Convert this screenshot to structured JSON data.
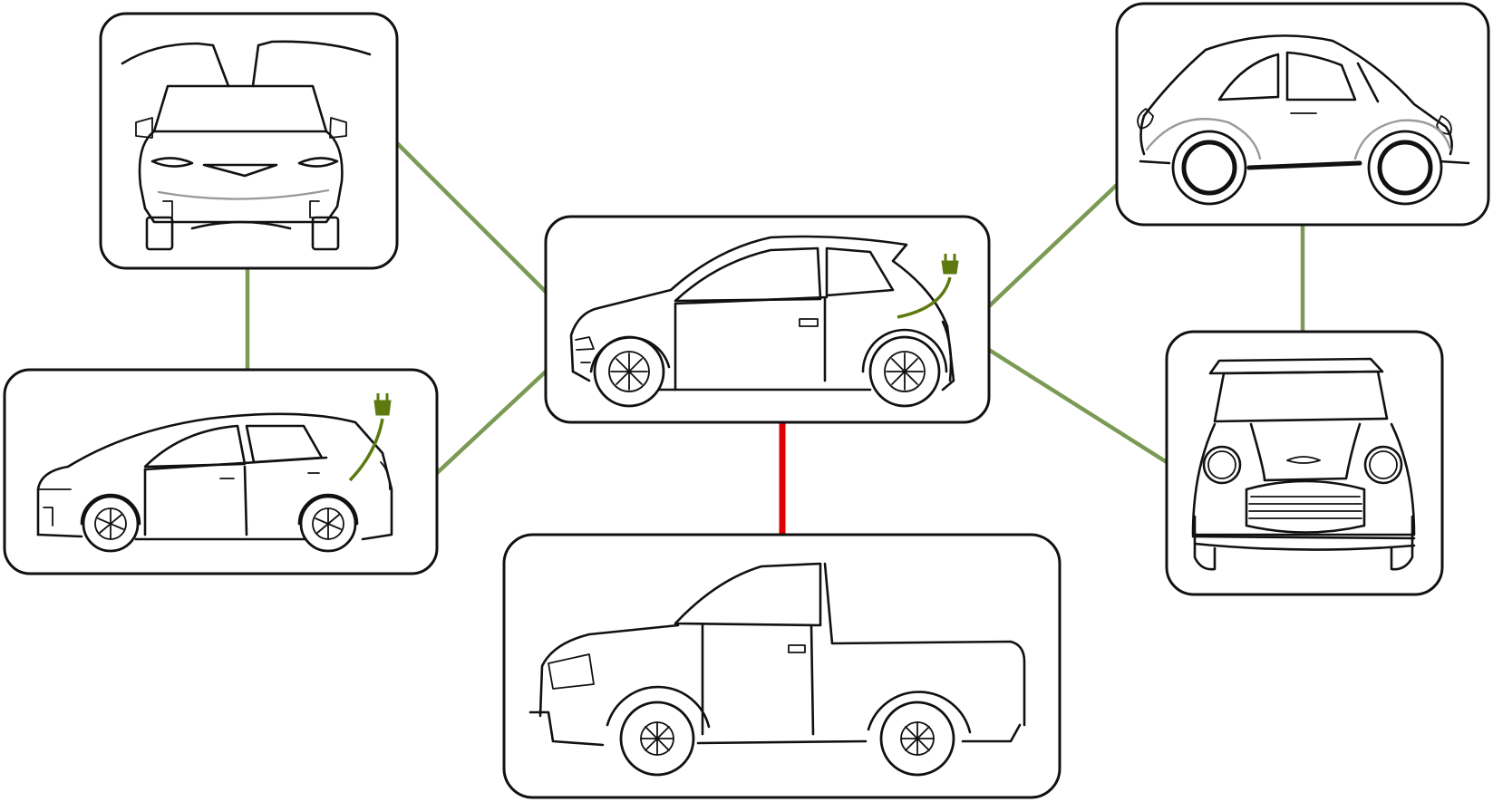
{
  "colors": {
    "similar_link": "#7a9a55",
    "dissimilar_link": "#e00000",
    "plug": "#5c7a10",
    "card_border": "#111111"
  },
  "nodes": [
    {
      "id": "center",
      "kind": "electric-hatchback-side-view",
      "has_plug": true
    },
    {
      "id": "top-left",
      "kind": "falcon-door-suv-front-view",
      "has_plug": false
    },
    {
      "id": "mid-left",
      "kind": "hybrid-hatchback-side-view",
      "has_plug": true
    },
    {
      "id": "top-right",
      "kind": "beetle-side-view",
      "has_plug": false
    },
    {
      "id": "mid-right",
      "kind": "mini-front-view",
      "has_plug": false
    },
    {
      "id": "bottom",
      "kind": "pickup-truck-side-view",
      "has_plug": false
    }
  ],
  "edges": [
    {
      "from": "top-left",
      "to": "center",
      "relation": "similar"
    },
    {
      "from": "mid-left",
      "to": "center",
      "relation": "similar"
    },
    {
      "from": "top-left",
      "to": "mid-left",
      "relation": "similar"
    },
    {
      "from": "center",
      "to": "top-right",
      "relation": "similar"
    },
    {
      "from": "center",
      "to": "mid-right",
      "relation": "similar"
    },
    {
      "from": "top-right",
      "to": "mid-right",
      "relation": "similar"
    },
    {
      "from": "center",
      "to": "bottom",
      "relation": "dissimilar"
    }
  ]
}
